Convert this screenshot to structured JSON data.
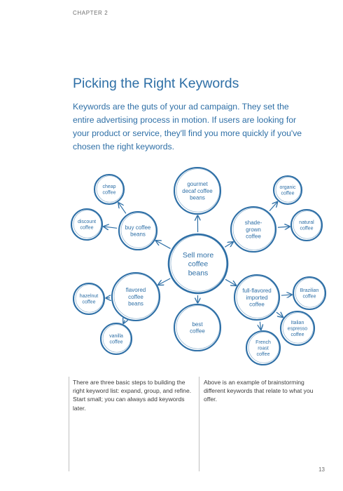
{
  "header": {
    "chapter": "CHAPTER 2"
  },
  "title": "Picking the Right Keywords",
  "lead": "Keywords are the guts of your ad campaign. They set the entire advertising process in motion. If users are looking for your product or service, they'll find you more quickly if you've chosen the right keywords.",
  "mindmap": {
    "center": [
      "Sell more",
      "coffee",
      "beans"
    ],
    "buy": [
      "buy coffee",
      "beans"
    ],
    "cheap": [
      "cheap",
      "coffee"
    ],
    "discount": [
      "discount",
      "coffee"
    ],
    "gourmet": [
      "gourmet",
      "decaf coffee",
      "beans"
    ],
    "shade": [
      "shade-",
      "grown",
      "coffee"
    ],
    "organic": [
      "organic",
      "coffee"
    ],
    "natural": [
      "natural",
      "coffee"
    ],
    "flavored": [
      "flavored",
      "coffee",
      "beans"
    ],
    "hazelnut": [
      "hazelnut",
      "coffee"
    ],
    "vanilla": [
      "vanilla",
      "coffee"
    ],
    "best": [
      "best",
      "coffee"
    ],
    "fullflavored": [
      "full-flavored",
      "imported",
      "coffee"
    ],
    "brazilian": [
      "Brazilian",
      "coffee"
    ],
    "italian": [
      "Italian",
      "espresso",
      "coffee"
    ],
    "french": [
      "French",
      "roast",
      "coffee"
    ]
  },
  "captions": {
    "left": "There are three basic steps to building the right keyword list: expand, group, and refine. Start small; you can always add keywords later.",
    "right": "Above is an example of brainstorming different keywords that relate to what you offer."
  },
  "footer": {
    "page_number": "13"
  },
  "colors": {
    "accent": "#2e6fa6",
    "body_text": "#3c3c3c"
  }
}
